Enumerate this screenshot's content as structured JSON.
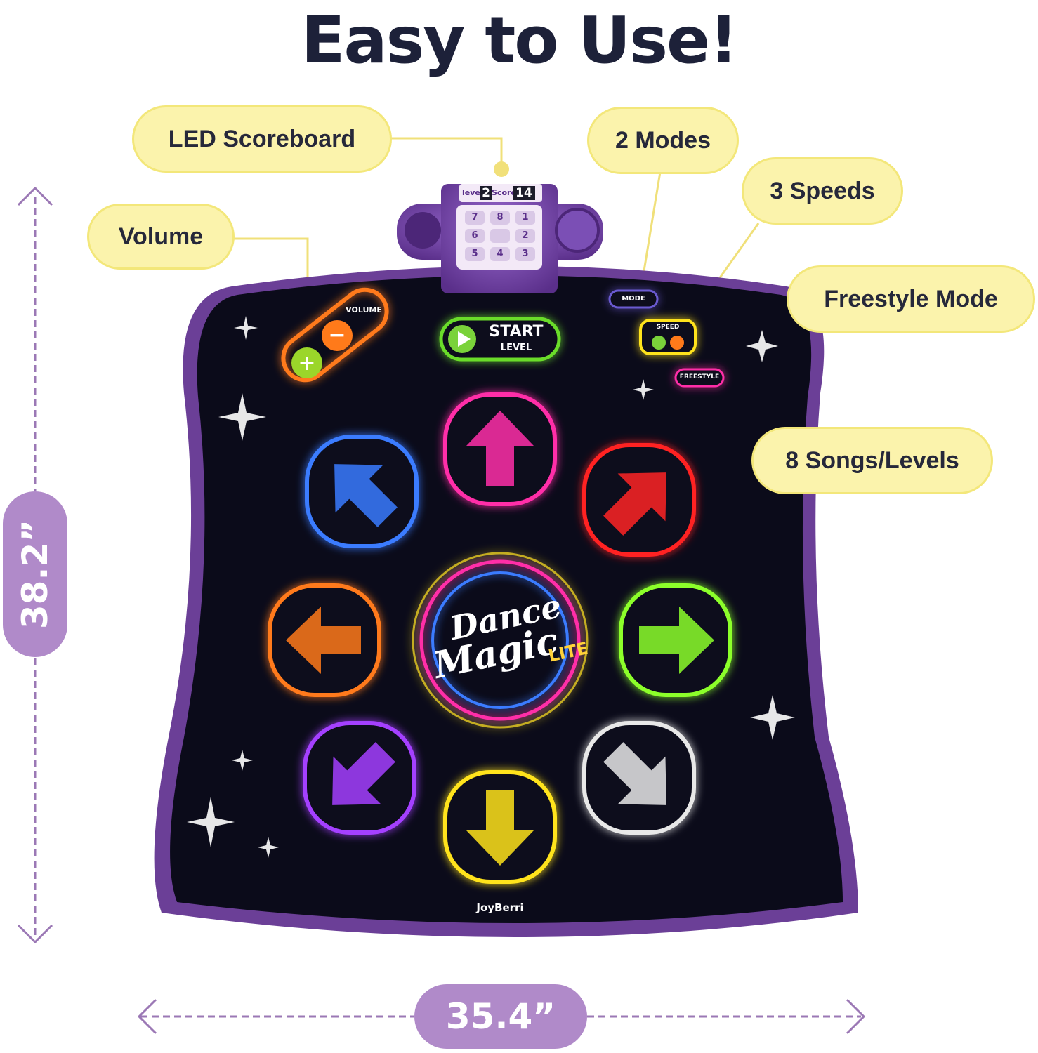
{
  "headline": "Easy to Use!",
  "callouts": {
    "led_scoreboard": "LED Scoreboard",
    "volume": "Volume",
    "two_modes": "2 Modes",
    "three_speeds": "3 Speeds",
    "freestyle_mode": "Freestyle Mode",
    "eight_songs": "8 Songs/Levels"
  },
  "dimensions": {
    "height": "38.2”",
    "width": "35.4”"
  },
  "mat": {
    "volume_label": "VOLUME",
    "start_label": "START",
    "level_label": "LEVEL",
    "mode_label": "MODE",
    "speed_label": "SPEED",
    "freestyle_label": "FREESTYLE",
    "brand": "JoyBerri",
    "logo_line1": "Dance",
    "logo_line2": "Magic",
    "logo_badge": "LITE",
    "console_level_label": "level",
    "console_level_value": "2",
    "console_score_label": "Score",
    "console_score_value": "14",
    "keypad": [
      "7",
      "8",
      "1",
      "6",
      "",
      "2",
      "5",
      "4",
      "3"
    ]
  },
  "colors": {
    "callout_fill": "#fbf3ac",
    "callout_border": "#f3e77a",
    "dimension_pill": "#b08ac9",
    "mat_border": "#6b3f97",
    "mat_surface": "#0b0b1a",
    "headline": "#1d2139"
  },
  "arrow_pads": [
    {
      "direction": "up-left",
      "color": "#3a7bff"
    },
    {
      "direction": "up",
      "color": "#ff2fa8"
    },
    {
      "direction": "up-right",
      "color": "#ff2424"
    },
    {
      "direction": "left",
      "color": "#ff7a1a"
    },
    {
      "direction": "right",
      "color": "#8cff2a"
    },
    {
      "direction": "down-left",
      "color": "#a440ff"
    },
    {
      "direction": "down",
      "color": "#ffe31a"
    },
    {
      "direction": "down-right",
      "color": "#e8e8e8"
    }
  ]
}
